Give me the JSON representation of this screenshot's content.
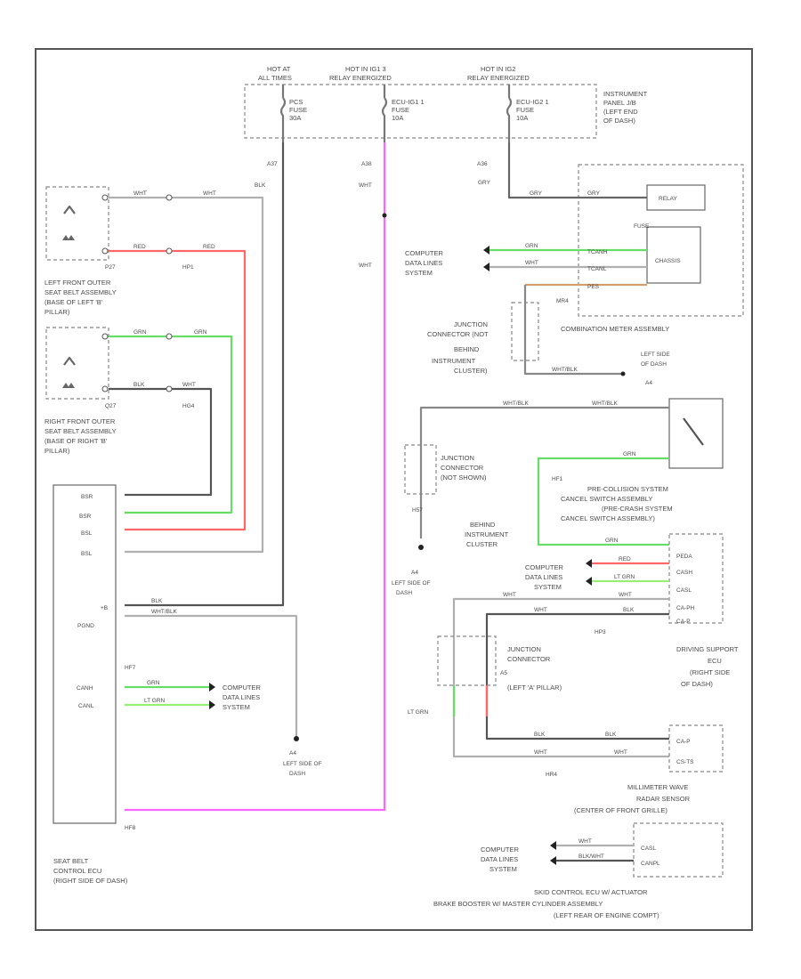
{
  "colors": {
    "pink": "#ff66ff",
    "red": "#ff6666",
    "green": "#66dd66",
    "ltgreen": "#99ee77",
    "black": "#555555",
    "gray": "#b0b0b0",
    "brown": "#d2a06e"
  },
  "power": {
    "hot_at_1": "HOT AT",
    "hot_at_2": "ALL TIMES",
    "hot_ig_1": "HOT IN IG1 3",
    "hot_ig_2": "RELAY ENERGIZED",
    "hot_ig2_1": "HOT IN IG2",
    "hot_ig2_2": "RELAY ENERGIZED",
    "fuse_a_1": "PCS",
    "fuse_a_2": "FUSE",
    "fuse_a_3": "30A",
    "fuse_b_1": "ECU-IG1 1",
    "fuse_b_2": "FUSE",
    "fuse_b_3": "10A",
    "fuse_c_1": "ECU-IG2 1",
    "fuse_c_2": "FUSE",
    "fuse_c_3": "10A",
    "panel_1": "INSTRUMENT",
    "panel_2": "PANEL J/B",
    "panel_3": "(LEFT END",
    "panel_4": "OF DASH)"
  },
  "labels": {
    "lf_1": "LEFT FRONT OUTER",
    "lf_2": "SEAT BELT ASSEMBLY",
    "lf_3": "(BASE OF LEFT 'B'",
    "lf_4": "PILLAR)",
    "rf_1": "RIGHT FRONT OUTER",
    "rf_2": "SEAT BELT ASSEMBLY",
    "rf_3": "(BASE OF RIGHT 'B'",
    "rf_4": "PILLAR)",
    "sb_1": "SEAT BELT",
    "sb_2": "CONTROL ECU",
    "sb_3": "(RIGHT SIDE OF DASH)",
    "comb_meter": "COMBINATION METER ASSEMBLY",
    "jc1_1": "JUNCTION",
    "jc1_2": "CONNECTOR (NOT",
    "jc1_3": "BEHIND",
    "jc1_4": "INSTRUMENT",
    "jc1_5": "CLUSTER)",
    "jc2_1": "JUNCTION",
    "jc2_2": "CONNECTOR",
    "jc2_3": "(NOT SHOWN)",
    "jc3_1": "JUNCTION",
    "jc3_2": "CONNECTOR",
    "jc3_3": "(LEFT 'A' PILLAR)",
    "pcs_1": "PRE-COLLISION SYSTEM",
    "pcs_2": "CANCEL SWITCH ASSEMBLY",
    "pcs_3": "(PRE-CRASH SYSTEM",
    "pcs_4": "CANCEL SWITCH ASSEMBLY)",
    "bic_1": "BEHIND",
    "bic_2": "INSTRUMENT",
    "bic_3": "CLUSTER",
    "ds_1": "DRIVING SUPPORT",
    "ds_2": "ECU",
    "ds_3": "(RIGHT SIDE",
    "ds_4": "OF DASH)",
    "mm_1": "MILLIMETER WAVE",
    "mm_2": "RADAR SENSOR",
    "mm_3": "(CENTER OF FRONT GRILLE)",
    "skid_1": "SKID CONTROL ECU W/ ACTUATOR",
    "skid_2": "BRAKE BOOSTER W/ MASTER CYLINDER ASSEMBLY",
    "skid_3": "(LEFT REAR OF ENGINE COMPT)",
    "cdl_1": "COMPUTER",
    "cdl_2": "DATA LINES",
    "cdl_3": "SYSTEM",
    "gnd_1": "LEFT SIDE OF",
    "gnd_2": "DASH",
    "gnd_id": "A4",
    "gnd2_1": "LEFT SIDE",
    "gnd2_2": "OF DASH",
    "gnd2_id": "A4",
    "gnd3_id": "A4",
    "gnd3_1": "LEFT SIDE OF",
    "gnd3_2": "DASH",
    "relay": "RELAY",
    "fuse": "FUSE",
    "chassis": "CHASSIS",
    "lt_grn": "LT GRN"
  },
  "wires": {
    "wht": "WHT",
    "red": "RED",
    "blk": "BLK",
    "grn": "GRN",
    "gry": "GRY",
    "ltgrn": "LT GRN",
    "whtblk": "WHT/BLK",
    "blkwht": "BLK/WHT"
  },
  "pins": {
    "bsr": "BSR",
    "bsr2": "BSR",
    "bsl": "BSL",
    "bsl2": "BSL",
    "ig": "+B",
    "pgnd": "PGND",
    "canh": "CANH",
    "canl": "CANL",
    "pedb": "PEDA",
    "cash": "CASH",
    "casl": "CASL",
    "cacp": "CA-PH",
    "cacn": "CA-P",
    "canp": "CA-P",
    "caslp": "CS-TS",
    "cashl": "CASL",
    "canpl": "CANPL",
    "tcanh": "TCANH",
    "tcanl": "TCANL",
    "pes": "PES"
  },
  "connectors": {
    "p27": "P27",
    "hp1": "HP1",
    "q27": "Q27",
    "hg4": "HG4",
    "hf7": "HF7",
    "hf8": "HF8",
    "h57": "H57",
    "hp3": "HP3",
    "hf1": "HF1",
    "hr4": "HR4",
    "mr4": "MR4",
    "a37": "A37",
    "a38": "A38",
    "a36": "A36",
    "a5": "A5"
  }
}
